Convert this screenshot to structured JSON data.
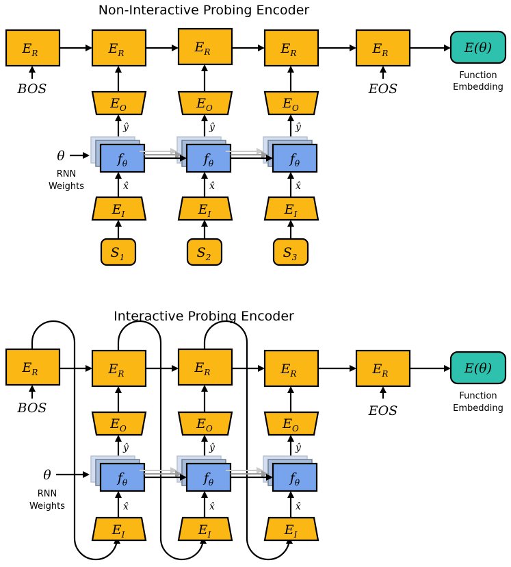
{
  "titles": {
    "top": "Non-Interactive Probing Encoder",
    "bottom": "Interactive Probing Encoder"
  },
  "labels": {
    "er_main": "E",
    "er_sub": "R",
    "eo_main": "E",
    "eo_sub": "O",
    "ei_main": "E",
    "ei_sub": "I",
    "f_main": "f",
    "f_sub": "θ",
    "s_main": "S",
    "bos": "BOS",
    "eos": "EOS",
    "embed": "E(θ)",
    "theta": "θ",
    "y_hat": "ŷ",
    "x_hat": "x̂"
  },
  "captions": {
    "rnn_weights_line1": "RNN",
    "rnn_weights_line2": "Weights",
    "function_line1": "Function",
    "function_line2": "Embedding"
  },
  "sequence_indices": [
    "1",
    "2",
    "3"
  ],
  "colors": {
    "encoder_orange": "#FBB714",
    "function_blue": "#77A4EC",
    "embedding_teal": "#2EC2AE"
  }
}
